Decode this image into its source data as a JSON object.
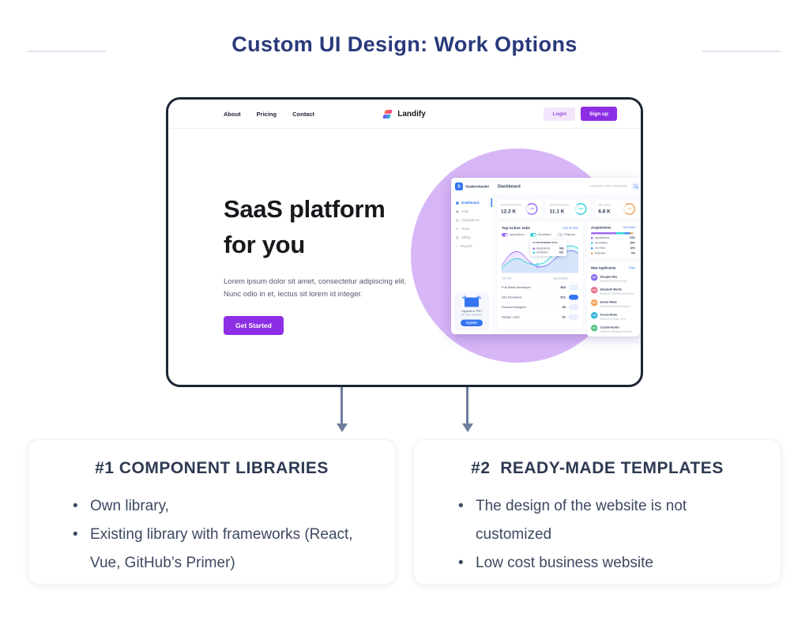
{
  "page": {
    "title": "Custom UI Design: Work Options"
  },
  "landing": {
    "nav": {
      "links": [
        "About",
        "Pricing",
        "Contact"
      ],
      "brand": "Landify",
      "login_label": "Login",
      "signup_label": "Sign up"
    },
    "hero": {
      "heading_line1": "SaaS platform",
      "heading_line2": "for you",
      "paragraph": "Lorem ipsum dolor sit amet, consectetur adipiscing elit. Nunc odio in et, lectus sit lorem id integer.",
      "cta_label": "Get Started"
    }
  },
  "dashboard": {
    "brand": "SnakersNaukri",
    "brand_initial": "S",
    "page_title": "Dashboard",
    "date": "4 December 2019, Wednesday",
    "sidebar": [
      "Dashboard",
      "Jobs",
      "Applications",
      "Team",
      "Billing",
      "Reports"
    ],
    "sidebar_icons": [
      "▦",
      "▣",
      "▤",
      "◎",
      "▧",
      "◔"
    ],
    "upgrade": {
      "line1": "Upgrade to PRO",
      "line2": "for more features",
      "button": "Upgrade"
    },
    "stats": [
      {
        "label": "APPLICATIONS",
        "value": "12.2 K",
        "delta": "+5%",
        "color": "#a06af8"
      },
      {
        "label": "SHORTLISTED",
        "value": "11.1 K",
        "delta": "+48%",
        "color": "#35d6da"
      },
      {
        "label": "ON HOLD",
        "value": "6.8 K",
        "delta": "-4%",
        "color": "#f2a45c"
      }
    ],
    "jobs_panel": {
      "title": "Top Active Jobs",
      "range": "Last 30 days",
      "legend": [
        {
          "label": "Applications",
          "color": "#a06af8"
        },
        {
          "label": "Shortlisted",
          "color": "#35d6da"
        },
        {
          "label": "Rejected",
          "color": "#d5dae4"
        }
      ],
      "tooltip": {
        "date": "24 NOVEMBER 2019",
        "rows": [
          {
            "label": "Applications",
            "value": "983"
          },
          {
            "label": "Shortlisted",
            "value": "621"
          }
        ]
      }
    },
    "table": {
      "headers": [
        "Job Title",
        "Applications"
      ],
      "rows": [
        {
          "title": "Full Stack Developer",
          "value": "563"
        },
        {
          "title": "iOS Developer",
          "value": "521"
        },
        {
          "title": "Product Designer",
          "value": "95"
        },
        {
          "title": "Design Lead",
          "value": "91"
        }
      ]
    },
    "acquisitions": {
      "title": "Acquisitions",
      "range": "This Month",
      "legend": [
        {
          "label": "Applications",
          "value": "54%",
          "color": "#a06af8"
        },
        {
          "label": "Shortlisted",
          "value": "18%",
          "color": "#35d6da"
        },
        {
          "label": "On Hold",
          "value": "10%",
          "color": "#4f8df9"
        },
        {
          "label": "Rejected",
          "value": "5%",
          "color": "#f2a45c"
        }
      ]
    },
    "applicants": {
      "title": "New Applicants",
      "range": "Today",
      "people": [
        {
          "name": "Douglas Ray",
          "sub": "Applied for iOS Developer",
          "initials": "DR"
        },
        {
          "name": "Elizabeth Martin",
          "sub": "Applied for Full Stack Developer",
          "initials": "EM"
        },
        {
          "name": "Emma Wade",
          "sub": "Applied for Product Designer",
          "initials": "EW"
        },
        {
          "name": "Teresa Rowe",
          "sub": "Applied for Design Lead",
          "initials": "TR"
        },
        {
          "name": "Crystal Austin",
          "sub": "Applied for Marketing Manager",
          "initials": "CA"
        }
      ]
    }
  },
  "options": [
    {
      "heading": "#1 COMPONENT LIBRARIES",
      "bullets": [
        "Own library,",
        "Existing library with frameworks (React, Vue, GitHub’s Primer)"
      ]
    },
    {
      "heading": "#2  READY-MADE TEMPLATES",
      "bullets": [
        "The design of the website is not customized",
        "Low cost business website"
      ]
    }
  ],
  "colors": {
    "title_navy": "#29397b",
    "card_heading": "#2e3a52",
    "card_text": "#3d4961",
    "arrow": "#6e7e9c",
    "browser_border": "#1b2535",
    "accent_purple": "#8c2fe4",
    "login_bg": "#f3e6fc",
    "login_text": "#9a4fd8",
    "hero_circle": "#d7b6f7",
    "dash_purple": "#a06af8",
    "dash_teal": "#35d6da",
    "dash_orange": "#f2a45c",
    "dash_blue": "#3575f2",
    "divider_line": "#e2e5f0"
  }
}
